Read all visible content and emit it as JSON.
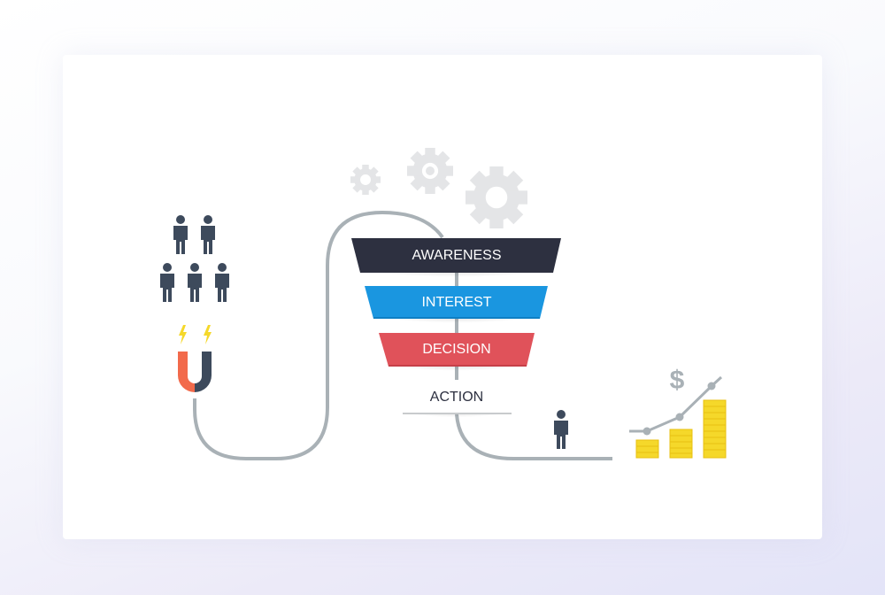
{
  "funnel": {
    "stages": [
      {
        "label": "AWARENESS",
        "color": "#2d3040"
      },
      {
        "label": "INTEREST",
        "color": "#1a96e0"
      },
      {
        "label": "DECISION",
        "color": "#e0525a"
      },
      {
        "label": "ACTION",
        "color": "#ffffff"
      }
    ]
  },
  "revenue": {
    "currency_symbol": "$",
    "coin_color": "#f5d82a"
  },
  "colors": {
    "figure": "#3d4a5c",
    "path": "#a9b1b6",
    "gear": "#e4e5e7",
    "magnet_red": "#f26a4b",
    "bolt": "#f5d82a"
  }
}
